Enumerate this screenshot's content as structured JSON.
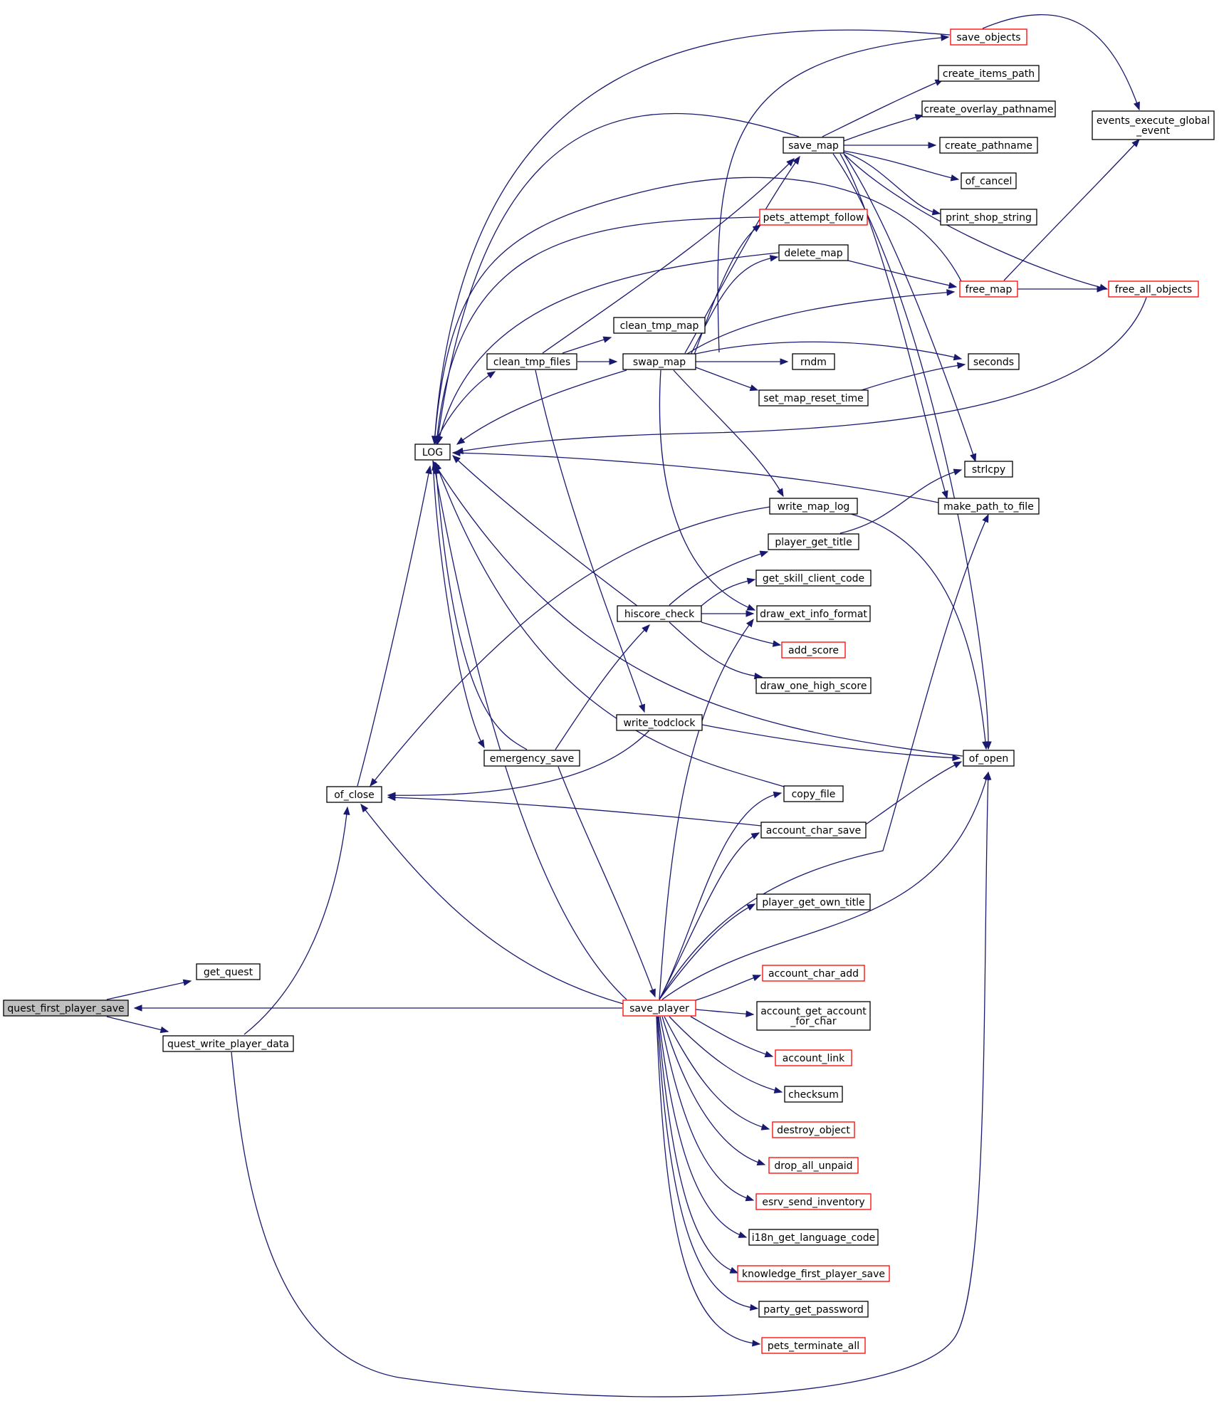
{
  "colors": {
    "edge": "#191970",
    "node_border": "#000000",
    "node_border_truncated": "#ff0000",
    "root_fill": "#bfbfbf",
    "node_fill": "#ffffff"
  },
  "nodes": [
    {
      "id": "quest_first_player_save",
      "label": [
        "quest_first_player_save"
      ],
      "root": true
    },
    {
      "id": "get_quest",
      "label": [
        "get_quest"
      ]
    },
    {
      "id": "quest_write_player_data",
      "label": [
        "quest_write_player_data"
      ]
    },
    {
      "id": "of_close",
      "label": [
        "of_close"
      ]
    },
    {
      "id": "LOG",
      "label": [
        "LOG"
      ]
    },
    {
      "id": "clean_tmp_files",
      "label": [
        "clean_tmp_files"
      ]
    },
    {
      "id": "emergency_save",
      "label": [
        "emergency_save"
      ]
    },
    {
      "id": "save_player",
      "label": [
        "save_player"
      ],
      "truncated": true
    },
    {
      "id": "clean_tmp_map",
      "label": [
        "clean_tmp_map"
      ]
    },
    {
      "id": "swap_map",
      "label": [
        "swap_map"
      ]
    },
    {
      "id": "hiscore_check",
      "label": [
        "hiscore_check"
      ]
    },
    {
      "id": "write_todclock",
      "label": [
        "write_todclock"
      ]
    },
    {
      "id": "save_map",
      "label": [
        "save_map"
      ]
    },
    {
      "id": "pets_attempt_follow",
      "label": [
        "pets_attempt_follow"
      ],
      "truncated": true
    },
    {
      "id": "delete_map",
      "label": [
        "delete_map"
      ]
    },
    {
      "id": "rndm",
      "label": [
        "rndm"
      ]
    },
    {
      "id": "set_map_reset_time",
      "label": [
        "set_map_reset_time"
      ]
    },
    {
      "id": "write_map_log",
      "label": [
        "write_map_log"
      ]
    },
    {
      "id": "player_get_title",
      "label": [
        "player_get_title"
      ]
    },
    {
      "id": "get_skill_client_code",
      "label": [
        "get_skill_client_code"
      ]
    },
    {
      "id": "draw_ext_info_format",
      "label": [
        "draw_ext_info_format"
      ]
    },
    {
      "id": "add_score",
      "label": [
        "add_score"
      ],
      "truncated": true
    },
    {
      "id": "draw_one_high_score",
      "label": [
        "draw_one_high_score"
      ]
    },
    {
      "id": "copy_file",
      "label": [
        "copy_file"
      ]
    },
    {
      "id": "account_char_save",
      "label": [
        "account_char_save"
      ]
    },
    {
      "id": "player_get_own_title",
      "label": [
        "player_get_own_title"
      ]
    },
    {
      "id": "account_char_add",
      "label": [
        "account_char_add"
      ],
      "truncated": true
    },
    {
      "id": "account_get_account_for_char",
      "label": [
        "account_get_account",
        "_for_char"
      ]
    },
    {
      "id": "account_link",
      "label": [
        "account_link"
      ],
      "truncated": true
    },
    {
      "id": "checksum",
      "label": [
        "checksum"
      ]
    },
    {
      "id": "destroy_object",
      "label": [
        "destroy_object"
      ],
      "truncated": true
    },
    {
      "id": "drop_all_unpaid",
      "label": [
        "drop_all_unpaid"
      ],
      "truncated": true
    },
    {
      "id": "esrv_send_inventory",
      "label": [
        "esrv_send_inventory"
      ],
      "truncated": true
    },
    {
      "id": "i18n_get_language_code",
      "label": [
        "i18n_get_language_code"
      ]
    },
    {
      "id": "knowledge_first_player_save",
      "label": [
        "knowledge_first_player_save"
      ],
      "truncated": true
    },
    {
      "id": "party_get_password",
      "label": [
        "party_get_password"
      ]
    },
    {
      "id": "pets_terminate_all",
      "label": [
        "pets_terminate_all"
      ],
      "truncated": true
    },
    {
      "id": "save_objects",
      "label": [
        "save_objects"
      ],
      "truncated": true
    },
    {
      "id": "create_items_path",
      "label": [
        "create_items_path"
      ]
    },
    {
      "id": "create_overlay_pathname",
      "label": [
        "create_overlay_pathname"
      ]
    },
    {
      "id": "create_pathname",
      "label": [
        "create_pathname"
      ]
    },
    {
      "id": "of_cancel",
      "label": [
        "of_cancel"
      ]
    },
    {
      "id": "print_shop_string",
      "label": [
        "print_shop_string"
      ]
    },
    {
      "id": "free_map",
      "label": [
        "free_map"
      ],
      "truncated": true
    },
    {
      "id": "seconds",
      "label": [
        "seconds"
      ]
    },
    {
      "id": "strlcpy",
      "label": [
        "strlcpy"
      ]
    },
    {
      "id": "make_path_to_file",
      "label": [
        "make_path_to_file"
      ]
    },
    {
      "id": "of_open",
      "label": [
        "of_open"
      ]
    },
    {
      "id": "events_execute_global_event",
      "label": [
        "events_execute_global",
        "_event"
      ]
    },
    {
      "id": "free_all_objects",
      "label": [
        "free_all_objects"
      ],
      "truncated": true
    }
  ],
  "edges": [
    [
      "quest_first_player_save",
      "get_quest"
    ],
    [
      "quest_first_player_save",
      "quest_write_player_data"
    ],
    [
      "quest_write_player_data",
      "of_close"
    ],
    [
      "quest_write_player_data",
      "of_open"
    ],
    [
      "save_player",
      "quest_first_player_save"
    ],
    [
      "of_close",
      "LOG"
    ],
    [
      "LOG",
      "clean_tmp_files"
    ],
    [
      "LOG",
      "emergency_save"
    ],
    [
      "clean_tmp_files",
      "clean_tmp_map"
    ],
    [
      "clean_tmp_files",
      "swap_map"
    ],
    [
      "clean_tmp_files",
      "save_map"
    ],
    [
      "clean_tmp_files",
      "write_todclock"
    ],
    [
      "emergency_save",
      "LOG"
    ],
    [
      "emergency_save",
      "hiscore_check"
    ],
    [
      "emergency_save",
      "save_player"
    ],
    [
      "swap_map",
      "LOG"
    ],
    [
      "swap_map",
      "save_map"
    ],
    [
      "swap_map",
      "pets_attempt_follow"
    ],
    [
      "swap_map",
      "delete_map"
    ],
    [
      "swap_map",
      "free_map"
    ],
    [
      "swap_map",
      "seconds"
    ],
    [
      "swap_map",
      "rndm"
    ],
    [
      "swap_map",
      "set_map_reset_time"
    ],
    [
      "swap_map",
      "write_map_log"
    ],
    [
      "swap_map",
      "draw_ext_info_format"
    ],
    [
      "swap_map",
      "save_objects"
    ],
    [
      "save_map",
      "LOG"
    ],
    [
      "save_map",
      "create_items_path"
    ],
    [
      "save_map",
      "create_overlay_pathname"
    ],
    [
      "save_map",
      "create_pathname"
    ],
    [
      "save_map",
      "of_cancel"
    ],
    [
      "save_map",
      "print_shop_string"
    ],
    [
      "save_map",
      "free_all_objects"
    ],
    [
      "save_map",
      "strlcpy"
    ],
    [
      "save_map",
      "make_path_to_file"
    ],
    [
      "save_map",
      "of_open"
    ],
    [
      "save_objects",
      "LOG"
    ],
    [
      "save_objects",
      "events_execute_global_event"
    ],
    [
      "pets_attempt_follow",
      "LOG"
    ],
    [
      "delete_map",
      "LOG"
    ],
    [
      "delete_map",
      "free_map"
    ],
    [
      "free_map",
      "LOG"
    ],
    [
      "free_map",
      "events_execute_global_event"
    ],
    [
      "free_map",
      "free_all_objects"
    ],
    [
      "free_all_objects",
      "LOG"
    ],
    [
      "set_map_reset_time",
      "seconds"
    ],
    [
      "write_map_log",
      "of_close"
    ],
    [
      "write_map_log",
      "of_open"
    ],
    [
      "player_get_title",
      "strlcpy"
    ],
    [
      "hiscore_check",
      "LOG"
    ],
    [
      "hiscore_check",
      "player_get_title"
    ],
    [
      "hiscore_check",
      "get_skill_client_code"
    ],
    [
      "hiscore_check",
      "draw_ext_info_format"
    ],
    [
      "hiscore_check",
      "add_score"
    ],
    [
      "hiscore_check",
      "draw_one_high_score"
    ],
    [
      "write_todclock",
      "of_close"
    ],
    [
      "write_todclock",
      "of_open"
    ],
    [
      "make_path_to_file",
      "LOG"
    ],
    [
      "of_open",
      "LOG"
    ],
    [
      "copy_file",
      "LOG"
    ],
    [
      "account_char_save",
      "of_close"
    ],
    [
      "account_char_save",
      "of_open"
    ],
    [
      "save_player",
      "LOG"
    ],
    [
      "save_player",
      "of_close"
    ],
    [
      "save_player",
      "draw_ext_info_format"
    ],
    [
      "save_player",
      "copy_file"
    ],
    [
      "save_player",
      "account_char_save"
    ],
    [
      "save_player",
      "make_path_to_file"
    ],
    [
      "save_player",
      "player_get_own_title"
    ],
    [
      "save_player",
      "of_open"
    ],
    [
      "save_player",
      "account_char_add"
    ],
    [
      "save_player",
      "account_get_account_for_char"
    ],
    [
      "save_player",
      "account_link"
    ],
    [
      "save_player",
      "checksum"
    ],
    [
      "save_player",
      "destroy_object"
    ],
    [
      "save_player",
      "drop_all_unpaid"
    ],
    [
      "save_player",
      "esrv_send_inventory"
    ],
    [
      "save_player",
      "i18n_get_language_code"
    ],
    [
      "save_player",
      "knowledge_first_player_save"
    ],
    [
      "save_player",
      "party_get_password"
    ],
    [
      "save_player",
      "pets_terminate_all"
    ]
  ]
}
